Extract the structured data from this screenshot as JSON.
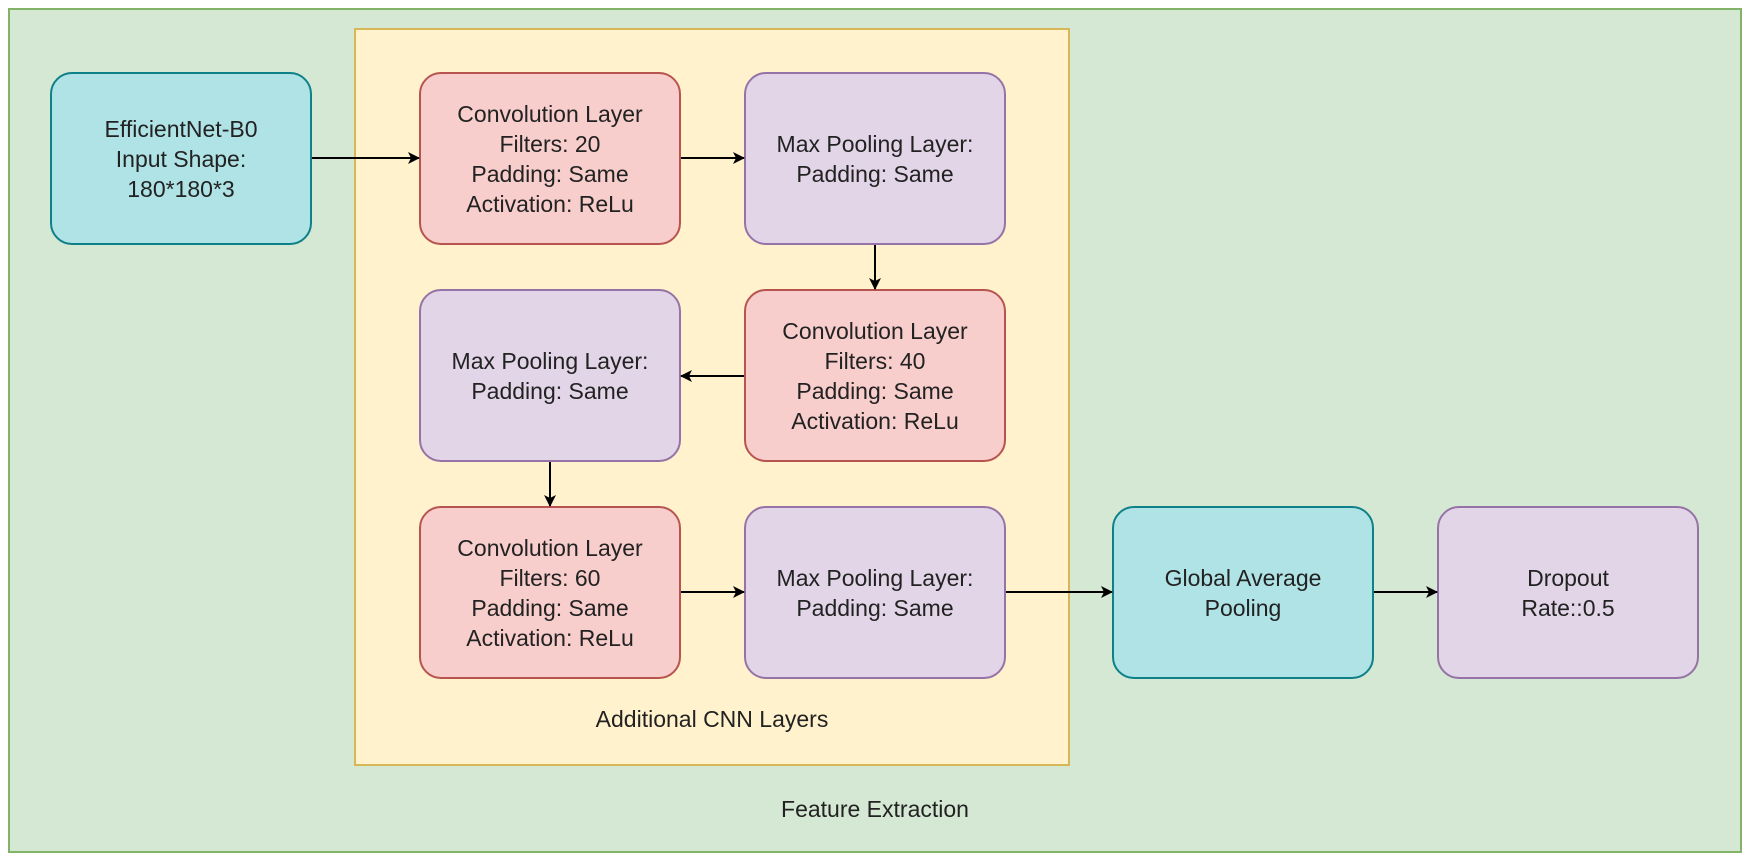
{
  "container_label": "Feature Extraction",
  "group_label": "Additional CNN Layers",
  "nodes": {
    "input": "EfficientNet-B0\nInput Shape:\n180*180*3",
    "conv1": "Convolution Layer\nFilters: 20\nPadding: Same\nActivation: ReLu",
    "pool1": "Max Pooling Layer:\nPadding: Same",
    "conv2": "Convolution Layer\nFilters: 40\nPadding: Same\nActivation: ReLu",
    "pool2": "Max Pooling Layer:\nPadding: Same",
    "conv3": "Convolution Layer\nFilters: 60\nPadding: Same\nActivation: ReLu",
    "pool3": "Max Pooling Layer:\nPadding: Same",
    "gap": "Global Average\nPooling",
    "dropout": "Dropout\nRate::0.5"
  },
  "colors": {
    "container_fill": "#d5e8d4",
    "group_fill": "#fff2cc",
    "input_node": "#b0e3e6",
    "conv_node": "#f8cecc",
    "pool_node": "#e1d5e7"
  }
}
